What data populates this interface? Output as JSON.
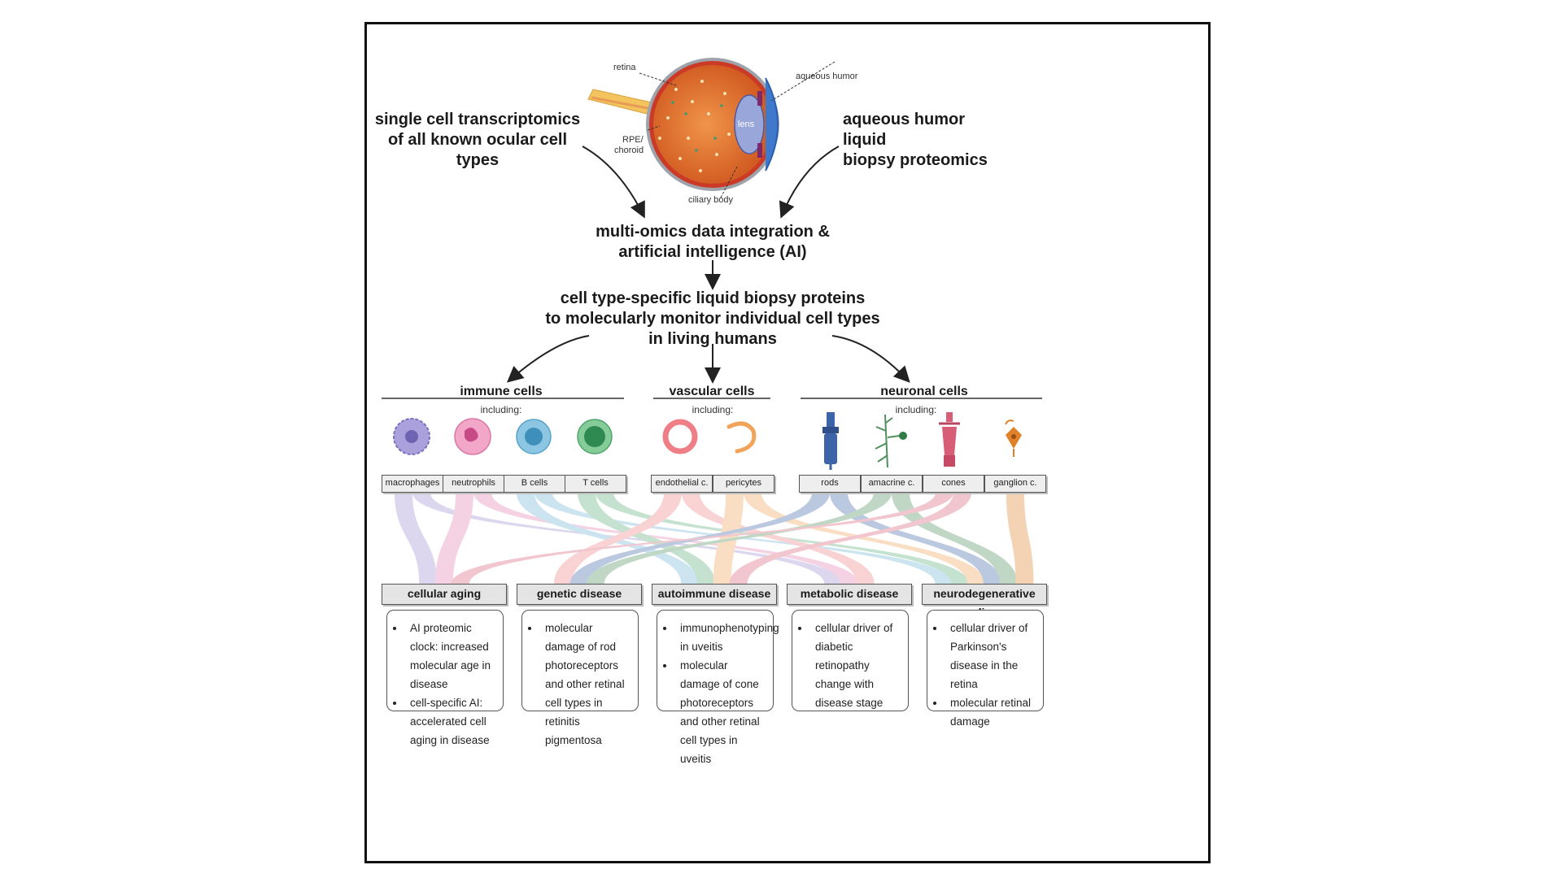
{
  "eye_labels": {
    "retina": "retina",
    "aqueous_humor": "aqueous humor",
    "rpe": "RPE/",
    "choroid": "choroid",
    "lens": "lens",
    "ciliary_body": "ciliary body"
  },
  "inputs": {
    "left": [
      "single cell transcriptomics",
      "of all known ocular cell types"
    ],
    "right": [
      "aqueous humor liquid",
      "biopsy proteomics"
    ]
  },
  "integration": [
    "multi-omics data integration &",
    "artificial intelligence (AI)"
  ],
  "output": [
    "cell type-specific liquid biopsy proteins",
    "to molecularly monitor individual cell types",
    "in living humans"
  ],
  "categories": [
    {
      "title": "immune cells",
      "including": "including:"
    },
    {
      "title": "vascular cells",
      "including": "including:"
    },
    {
      "title": "neuronal cells",
      "including": "including:"
    }
  ],
  "cell_types": [
    {
      "label": "macrophages",
      "icon": "macrophage-icon",
      "color": "#9c8fd0"
    },
    {
      "label": "neutrophils",
      "icon": "neutrophil-icon",
      "color": "#e57fb0"
    },
    {
      "label": "B cells",
      "icon": "b-cell-icon",
      "color": "#6fb5d6"
    },
    {
      "label": "T cells",
      "icon": "t-cell-icon",
      "color": "#5aae78"
    },
    {
      "label": "endothelial c.",
      "icon": "endothelial-cell-icon",
      "color": "#ef7f86"
    },
    {
      "label": "pericytes",
      "icon": "pericyte-icon",
      "color": "#f2a35a"
    },
    {
      "label": "rods",
      "icon": "rod-cell-icon",
      "color": "#3d63a8"
    },
    {
      "label": "amacrine c.",
      "icon": "amacrine-cell-icon",
      "color": "#4f8f5c"
    },
    {
      "label": "cones",
      "icon": "cone-cell-icon",
      "color": "#d85d76"
    },
    {
      "label": "ganglion c.",
      "icon": "ganglion-cell-icon",
      "color": "#e0822a"
    }
  ],
  "diseases": [
    {
      "title": "cellular aging",
      "bullets": [
        "AI proteomic clock: increased molecular age in disease",
        "cell-specific AI: accelerated cell aging in disease"
      ]
    },
    {
      "title": "genetic disease",
      "bullets": [
        "molecular damage of rod photoreceptors and other retinal cell types in retinitis pigmentosa"
      ]
    },
    {
      "title": "autoimmune disease",
      "bullets": [
        "immunophenotyping in uveitis",
        "molecular damage of cone photoreceptors and other retinal cell types in uveitis"
      ]
    },
    {
      "title": "metabolic disease",
      "bullets": [
        "cellular driver of diabetic retinopathy change with disease stage"
      ]
    },
    {
      "title": "neurodegenerative dis.",
      "bullets": [
        "cellular driver of Parkinson's disease in the retina",
        "molecular retinal damage"
      ]
    }
  ],
  "links": [
    {
      "from": 0,
      "to": 0
    },
    {
      "from": 0,
      "to": 3
    },
    {
      "from": 1,
      "to": 0
    },
    {
      "from": 1,
      "to": 3
    },
    {
      "from": 2,
      "to": 2
    },
    {
      "from": 2,
      "to": 4
    },
    {
      "from": 3,
      "to": 2
    },
    {
      "from": 3,
      "to": 4
    },
    {
      "from": 4,
      "to": 1
    },
    {
      "from": 4,
      "to": 3
    },
    {
      "from": 5,
      "to": 2
    },
    {
      "from": 5,
      "to": 4
    },
    {
      "from": 6,
      "to": 1
    },
    {
      "from": 6,
      "to": 4
    },
    {
      "from": 7,
      "to": 1
    },
    {
      "from": 7,
      "to": 4
    },
    {
      "from": 8,
      "to": 0
    },
    {
      "from": 8,
      "to": 2
    },
    {
      "from": 9,
      "to": 4
    }
  ]
}
